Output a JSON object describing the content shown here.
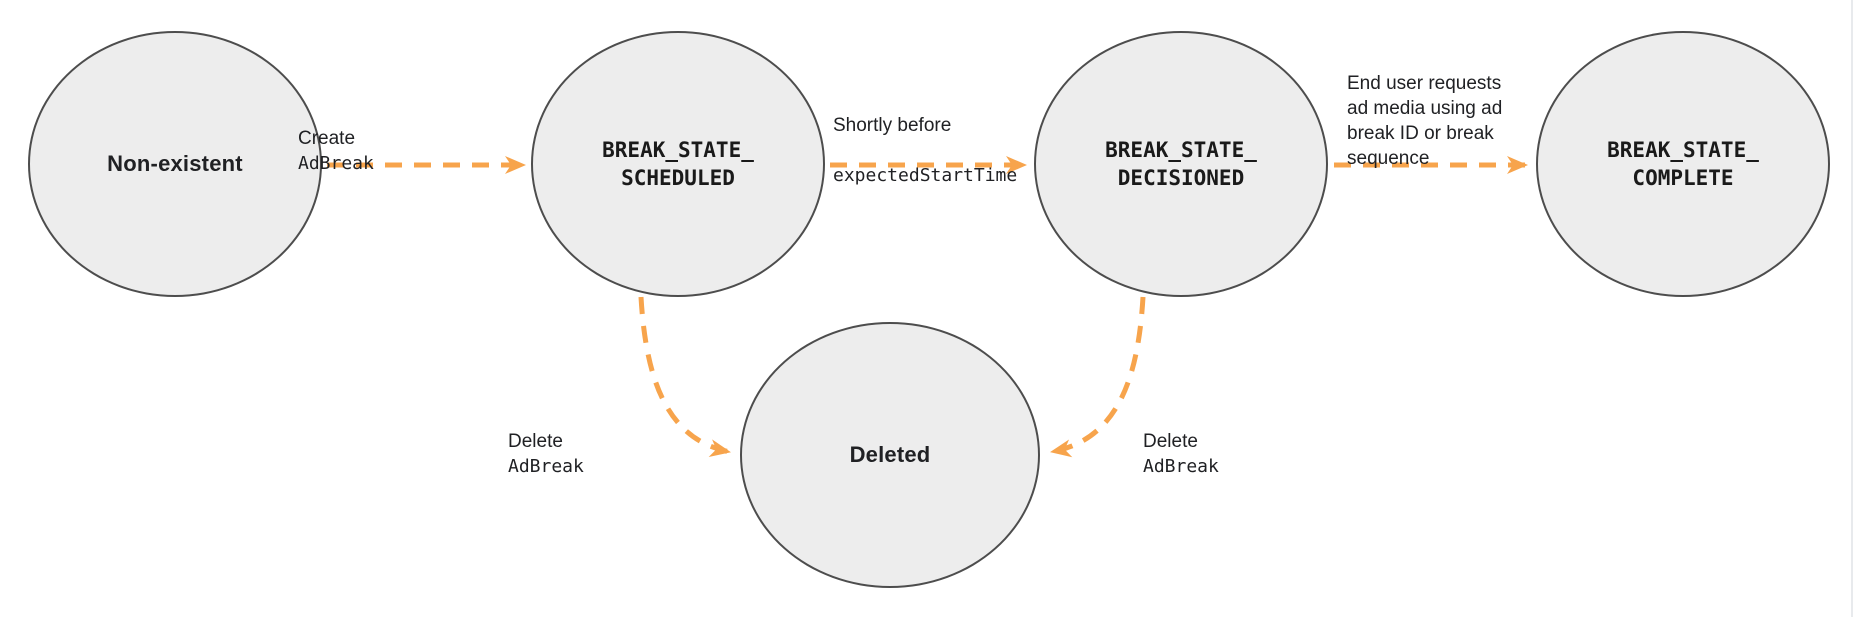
{
  "diagram_type": "state-transition-diagram",
  "colors": {
    "arrow": "#F7A44C",
    "node_fill": "#EDEDED",
    "node_border": "#4D4D4D",
    "text": "#202124",
    "page_edge": "#E8EAED"
  },
  "nodes": [
    {
      "id": "non-existent",
      "label": "Non-existent",
      "style": "plain"
    },
    {
      "id": "break-state-scheduled",
      "label": "BREAK_STATE_\nSCHEDULED",
      "style": "code"
    },
    {
      "id": "break-state-decisioned",
      "label": "BREAK_STATE_\nDECISIONED",
      "style": "code"
    },
    {
      "id": "break-state-complete",
      "label": "BREAK_STATE_\nCOMPLETE",
      "style": "code"
    },
    {
      "id": "deleted",
      "label": "Deleted",
      "style": "plain"
    }
  ],
  "transitions": [
    {
      "from": "non-existent",
      "to": "break-state-scheduled",
      "label_plain": "Create",
      "label_code": "AdBreak"
    },
    {
      "from": "break-state-scheduled",
      "to": "break-state-decisioned",
      "label_plain": "Shortly before",
      "label_code": "expectedStartTime"
    },
    {
      "from": "break-state-decisioned",
      "to": "break-state-complete",
      "label_plain": "End user requests\nad media using ad\nbreak ID or break\nsequence",
      "label_code": ""
    },
    {
      "from": "break-state-scheduled",
      "to": "deleted",
      "label_plain": "Delete",
      "label_code": "AdBreak"
    },
    {
      "from": "break-state-decisioned",
      "to": "deleted",
      "label_plain": "Delete",
      "label_code": "AdBreak"
    }
  ]
}
